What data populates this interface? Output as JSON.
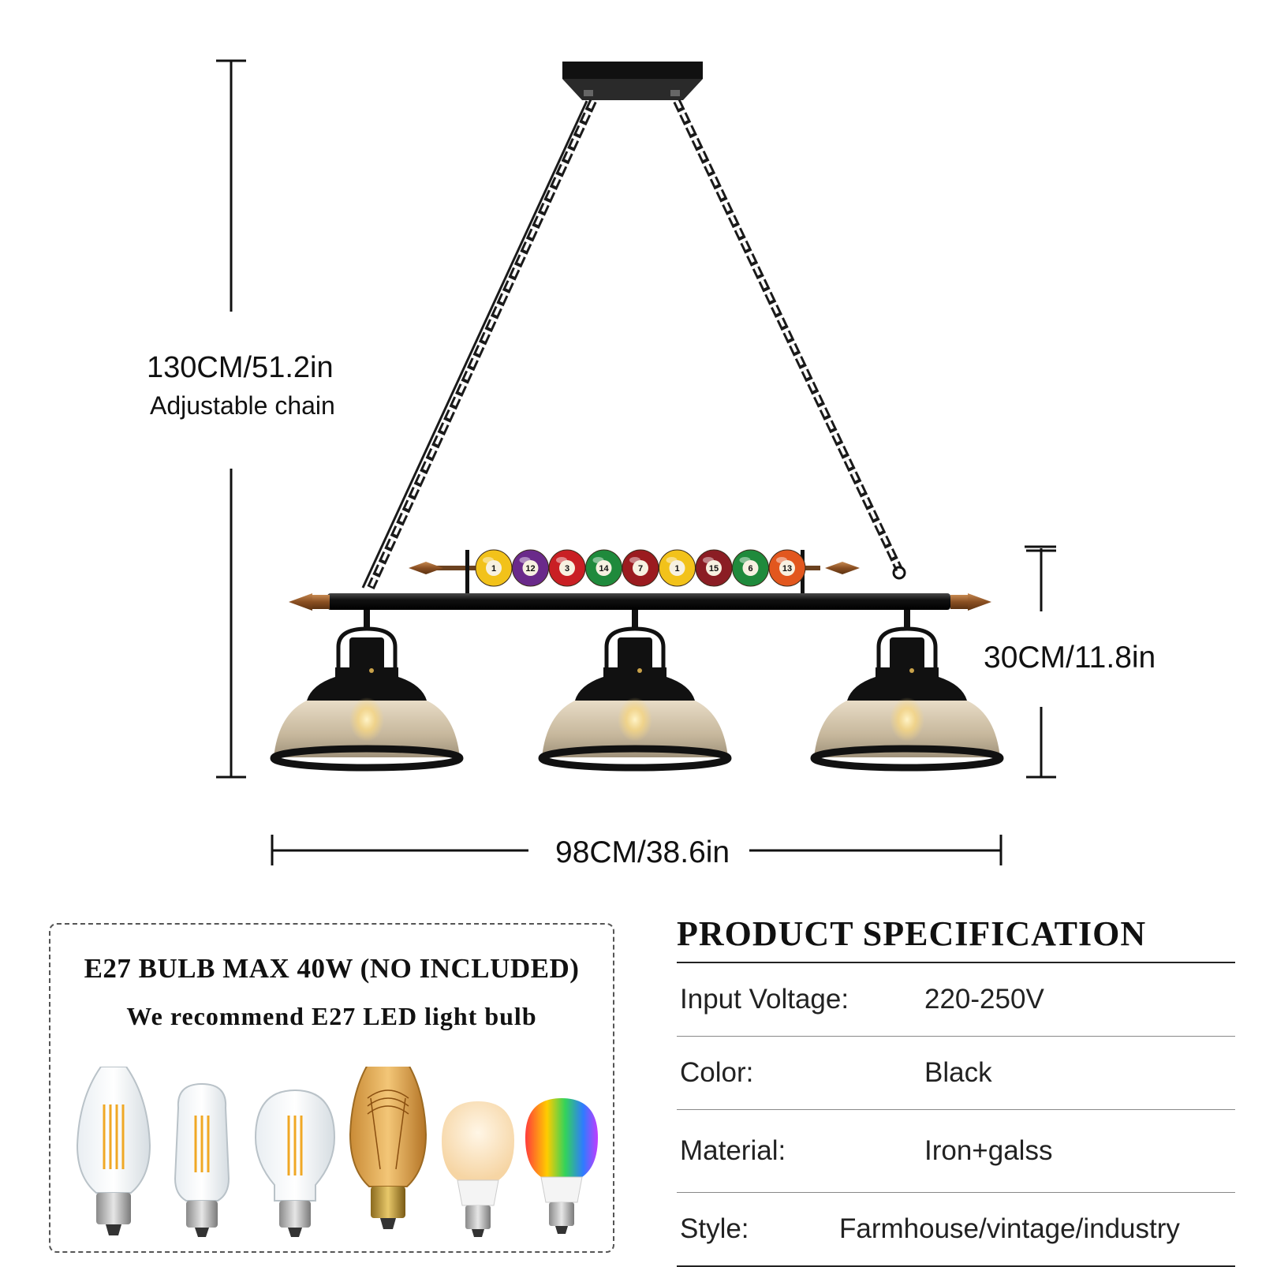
{
  "dimensions": {
    "height_value": "130CM/51.2in",
    "height_note": "Adjustable chain",
    "drop_value": "30CM/11.8in",
    "width_value": "98CM/38.6in"
  },
  "billiard_balls": [
    {
      "number": "1",
      "color": "#f2c21a"
    },
    {
      "number": "12",
      "color": "#6a2a8a"
    },
    {
      "number": "3",
      "color": "#c91f24"
    },
    {
      "number": "14",
      "color": "#1f8a3c"
    },
    {
      "number": "7",
      "color": "#9b1b1f"
    },
    {
      "number": "1",
      "color": "#f2c21a"
    },
    {
      "number": "15",
      "color": "#8b1d24"
    },
    {
      "number": "6",
      "color": "#1f8a3c"
    },
    {
      "number": "13",
      "color": "#e2571e"
    }
  ],
  "bulb_panel": {
    "title": "E27 BULB MAX 40W (NO INCLUDED)",
    "note": "We recommend E27 LED light bulb",
    "bulbs": [
      "st64-filament-bulb-icon",
      "t45-filament-bulb-icon",
      "a19-filament-bulb-icon",
      "amber-edison-bulb-icon",
      "warm-led-bulb-icon",
      "rgb-led-bulb-icon"
    ]
  },
  "spec": {
    "title": "PRODUCT SPECIFICATION",
    "rows": [
      {
        "label": "Input Voltage:",
        "value": "220-250V"
      },
      {
        "label": "Color:",
        "value": "Black"
      },
      {
        "label": "Material:",
        "value": "Iron+galss"
      },
      {
        "label": "Style:",
        "value": "Farmhouse/vintage/industry"
      }
    ]
  },
  "colors": {
    "metal": "#1b1b1b",
    "copper": "#9a5a2a",
    "glass": "#cdbb9a",
    "rgb_gradient": [
      "#ff3b3b",
      "#ffcc00",
      "#32d35a",
      "#2f7bff",
      "#c23bff"
    ]
  }
}
